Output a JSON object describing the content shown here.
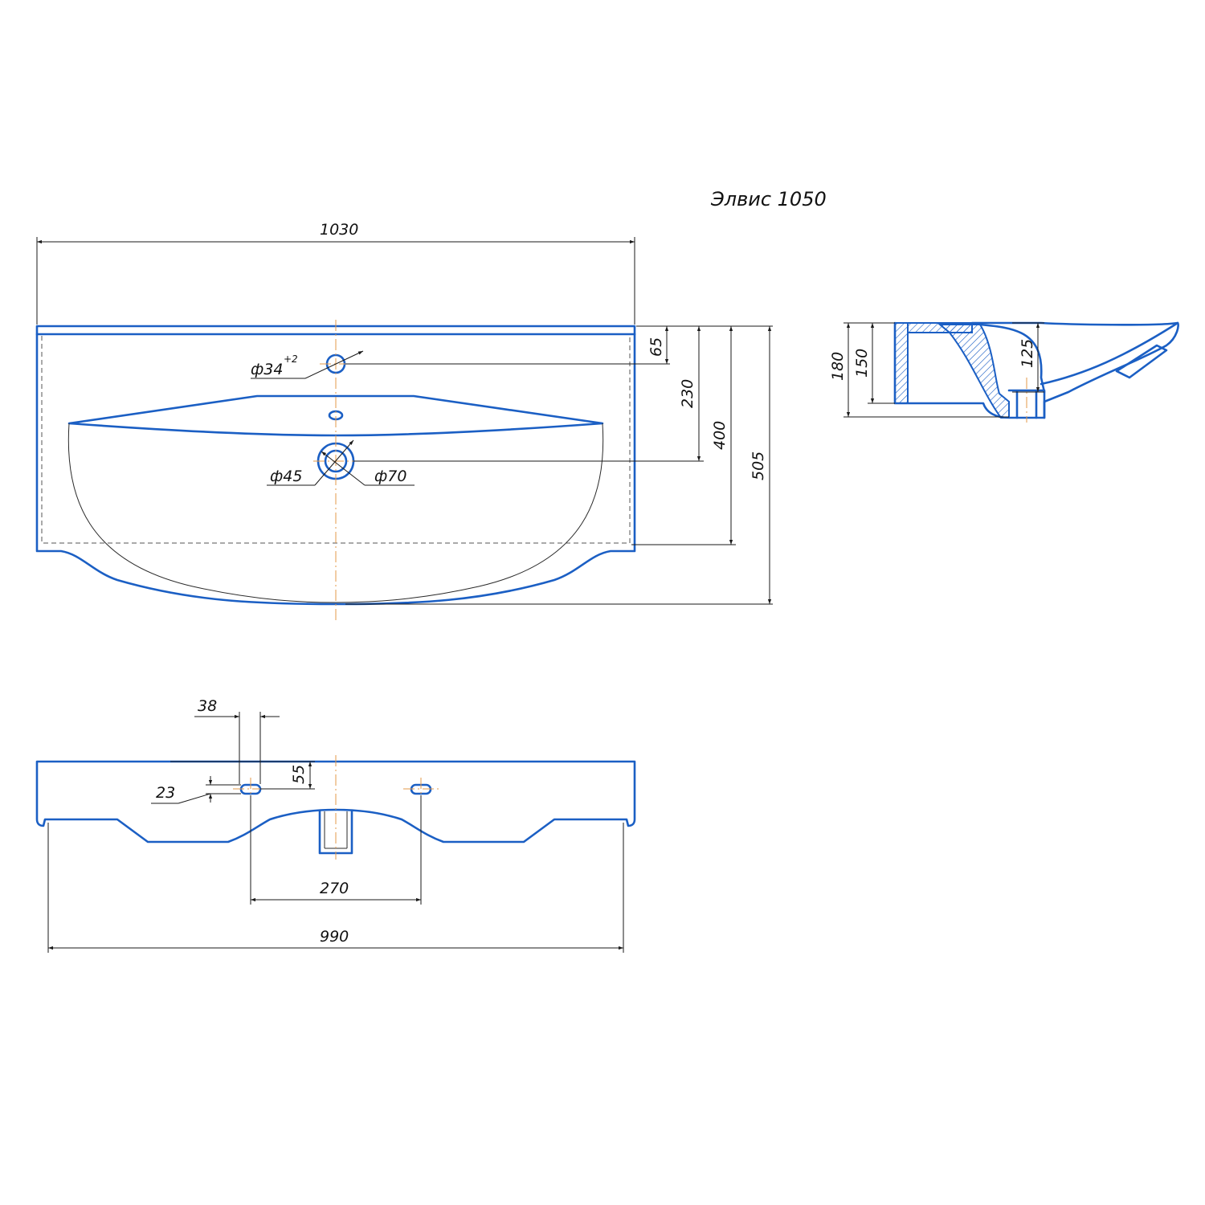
{
  "title": "Элвис 1050",
  "colors": {
    "outline": "#1b5fc4",
    "dimension": "#1a1a1a",
    "axis": "#e39a4a"
  },
  "top_view": {
    "width_total": "1030",
    "dim_65": "65",
    "dim_230": "230",
    "dim_400": "400",
    "dim_505": "505",
    "faucet_hole": "ф34",
    "faucet_tolerance": "+2",
    "drain_inner": "ф45",
    "drain_outer": "ф70"
  },
  "side_view": {
    "dim_180": "180",
    "dim_150": "150",
    "dim_125": "125"
  },
  "front_view": {
    "dim_38": "38",
    "dim_55": "55",
    "dim_23": "23",
    "dim_270": "270",
    "dim_990": "990"
  }
}
